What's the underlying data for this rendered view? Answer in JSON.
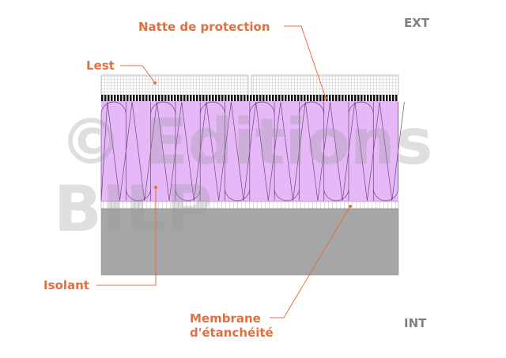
{
  "labels": {
    "natte": "Natte de protection",
    "lest": "Lest",
    "isolant": "Isolant",
    "membrane_1": "Membrane",
    "membrane_2": "d'étanchéité",
    "ext": "EXT",
    "int": "INT"
  },
  "watermark": {
    "line1": "© Editions",
    "line2": "BILP"
  },
  "colors": {
    "label": "#e07040",
    "insulation": "#e6b8f8",
    "concrete": "#a6a6a6"
  }
}
